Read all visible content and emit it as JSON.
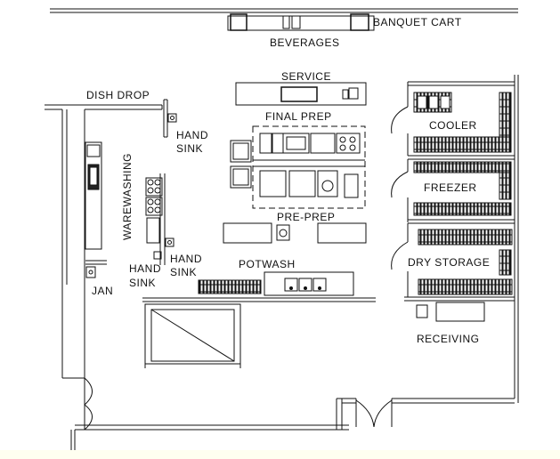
{
  "labels": {
    "banquet_cart": "BANQUET CART",
    "beverages": "BEVERAGES",
    "service": "SERVICE",
    "dish_drop": "DISH DROP",
    "final_prep": "FINAL PREP",
    "cooler": "COOLER",
    "hand_sink_1_a": "HAND",
    "hand_sink_1_b": "SINK",
    "warewashing": "WAREWASHING",
    "freezer": "FREEZER",
    "pre_prep": "PRE-PREP",
    "hand_sink_2_a": "HAND",
    "hand_sink_2_b": "SINK",
    "hand_sink_3_a": "HAND",
    "hand_sink_3_b": "SINK",
    "potwash": "POTWASH",
    "dry_storage": "DRY STORAGE",
    "jan": "JAN",
    "receiving": "RECEIVING"
  },
  "colors": {
    "ink": "#111111",
    "background": "#ffffff",
    "footer_band": "#fffff0"
  }
}
